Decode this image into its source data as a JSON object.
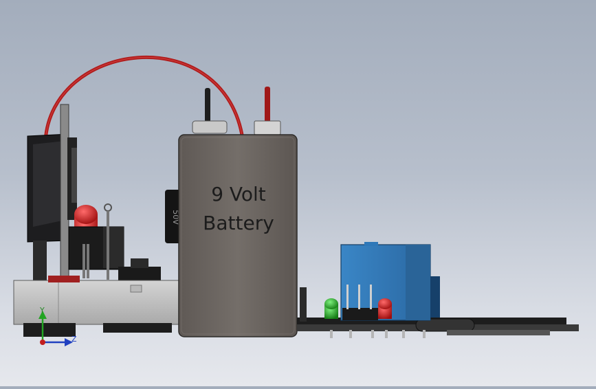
{
  "viewport": {
    "battery": {
      "line1": "9 Volt",
      "line2": "Battery"
    },
    "capacitor_label": "50V",
    "triad": {
      "y": "Y",
      "z": "Z"
    }
  },
  "colors": {
    "background_top": "#a3adbc",
    "battery_body": "#6b6561",
    "wire_red": "#b01c1c",
    "relay_blue": "#2f78b8",
    "led_red": "#c91818",
    "led_green": "#1fa31f"
  },
  "icons": [
    "coordinate-triad-icon"
  ]
}
